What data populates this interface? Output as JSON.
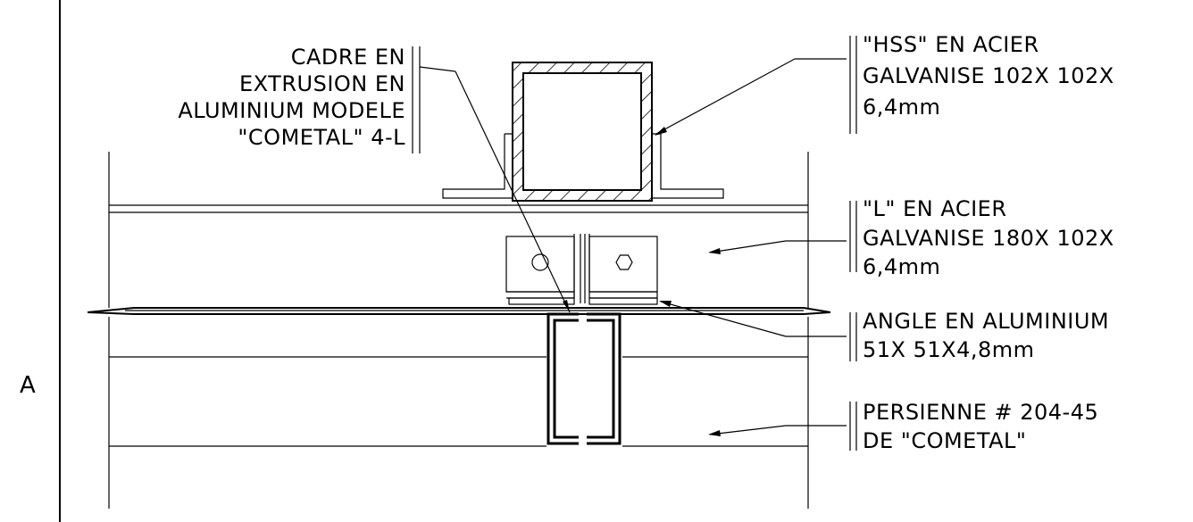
{
  "grid_label": "A",
  "labels": {
    "frame": [
      "CADRE  EN",
      "EXTRUSION EN",
      "ALUMINIUM MODELE",
      "\"COMETAL\" 4-L"
    ],
    "hss": [
      "\"HSS\" EN ACIER",
      "GALVANISE 102X 102X",
      "6,4mm"
    ],
    "angle_l": [
      "\"L\" EN ACIER",
      "GALVANISE 180X 102X",
      "6,4mm"
    ],
    "angle_alu": [
      "ANGLE EN ALUMINIUM",
      "51X 51X4,8mm"
    ],
    "louvre": [
      "PERSIENNE # 204-45",
      "DE \"COMETAL\""
    ]
  }
}
